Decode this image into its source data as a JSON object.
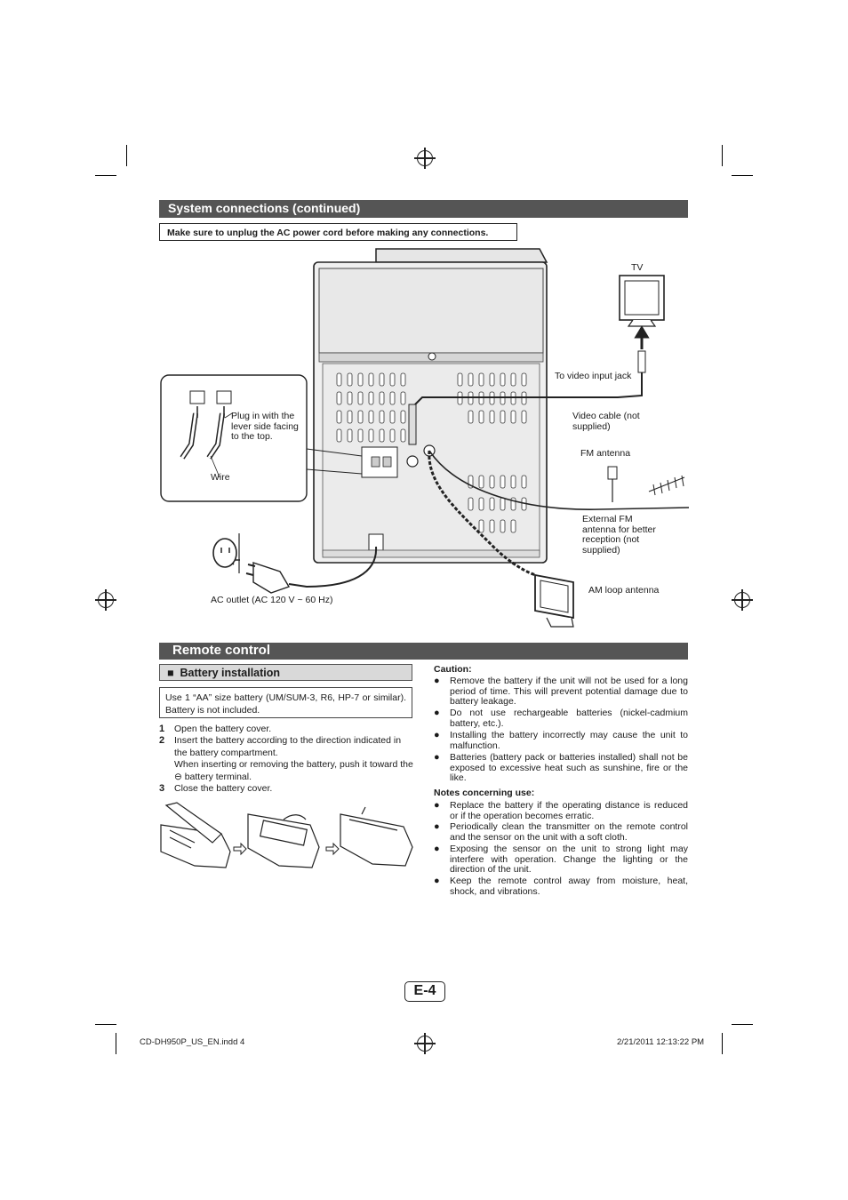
{
  "section1": {
    "title": "System connections (continued)",
    "warning": "Make sure to unplug the AC power cord before making any connections."
  },
  "diagram": {
    "tv": "TV",
    "to_video_input": "To video input jack",
    "video_cable": "Video cable (not supplied)",
    "fm_antenna": "FM antenna",
    "external_fm": "External FM antenna for better reception (not supplied)",
    "am_loop": "AM loop antenna",
    "ac_outlet": "AC outlet (AC 120 V ~ 60 Hz)",
    "plug_in": "Plug in with the lever side facing to the top.",
    "wire": "Wire"
  },
  "section2": {
    "title": "Remote control",
    "subtitle": "Battery installation",
    "note": "Use 1 “AA” size battery (UM/SUM-3, R6, HP-7 or similar). Battery is not included.",
    "steps": [
      {
        "num": "1",
        "text": "Open the battery cover."
      },
      {
        "num": "2",
        "text": "Insert the battery according to the direction indicated in the battery compartment."
      },
      {
        "num": "",
        "text": "When inserting or removing the battery, push it toward the ⊖ battery terminal."
      },
      {
        "num": "3",
        "text": "Close the battery cover."
      }
    ],
    "caution_title": "Caution:",
    "caution": [
      "Remove the battery if the unit will not be used for a long period of time. This will prevent potential damage due to battery leakage.",
      "Do not use rechargeable batteries (nickel-cadmium battery, etc.).",
      "Installing the battery incorrectly may cause the unit to malfunction.",
      "Batteries (battery pack or batteries installed) shall not be exposed to excessive heat such as sunshine, fire or the like."
    ],
    "notes_title": "Notes concerning use:",
    "notes": [
      "Replace the battery if the operating distance is reduced or if the operation becomes erratic.",
      "Periodically clean the transmitter on the remote control and the sensor on the unit with a soft cloth.",
      "Exposing the sensor on the unit to strong light may interfere with operation. Change the lighting or the direction of the unit.",
      "Keep the remote control away from moisture, heat, shock, and vibrations."
    ]
  },
  "page_number": "E-4",
  "footer": {
    "file": "CD-DH950P_US_EN.indd   4",
    "timestamp": "2/21/2011   12:13:22 PM"
  }
}
